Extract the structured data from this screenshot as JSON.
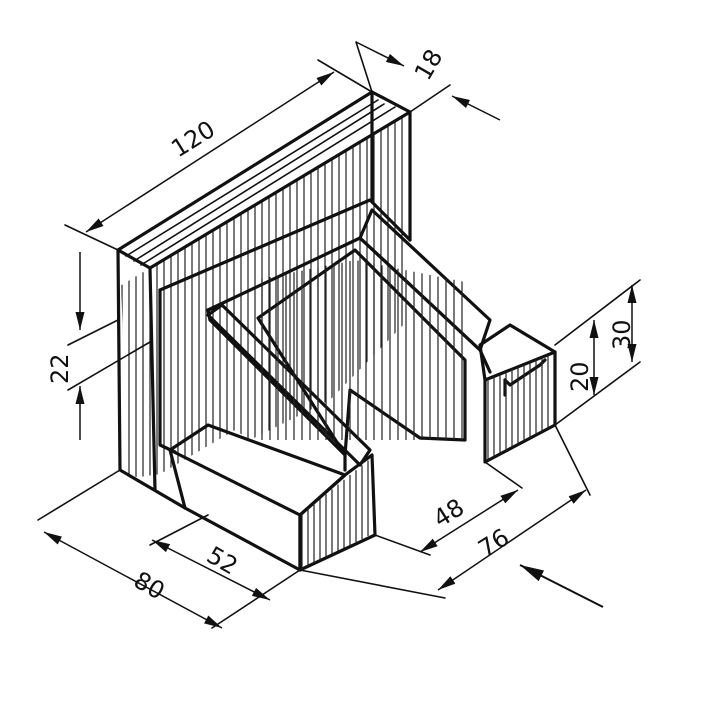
{
  "dimensions": {
    "width_total": "120",
    "thickness_back": "18",
    "height_top": "22",
    "height_side_total": "30",
    "height_side_step": "20",
    "depth_total": "80",
    "depth_front": "52",
    "width_opening": "48",
    "width_base": "76"
  },
  "colors": {
    "ink": "#111111",
    "paper": "#ffffff"
  }
}
